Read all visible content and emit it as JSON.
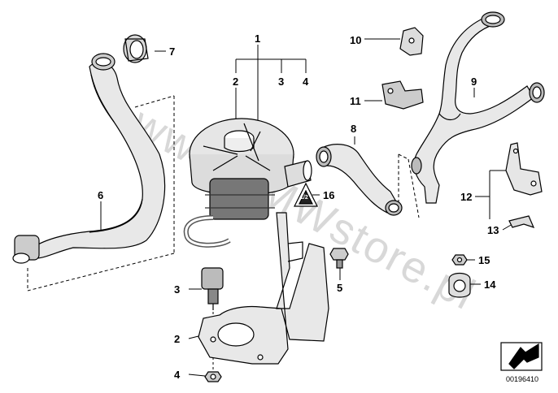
{
  "diagram": {
    "part_numbers": [
      "1",
      "2",
      "3",
      "4",
      "5",
      "6",
      "7",
      "8",
      "9",
      "10",
      "11",
      "12",
      "13",
      "14",
      "15",
      "16"
    ],
    "callouts": {
      "n1": "1",
      "n2_top": "2",
      "n3_top": "3",
      "n4_top": "4",
      "n5": "5",
      "n6": "6",
      "n7": "7",
      "n8": "8",
      "n9": "9",
      "n10": "10",
      "n11": "11",
      "n12": "12",
      "n13": "13",
      "n14": "14",
      "n15": "15",
      "n16": "16",
      "n3_bottom": "3",
      "n2_bottom": "2",
      "n4_bottom": "4"
    },
    "warning_label": "1/2",
    "watermark": "www.BMWstore.pl",
    "reference_number": "00196410",
    "colors": {
      "line": "#000000",
      "part_fill": "#e8e8e8",
      "shade": "#9a9a9a",
      "watermark": "#d8d8d8"
    }
  }
}
